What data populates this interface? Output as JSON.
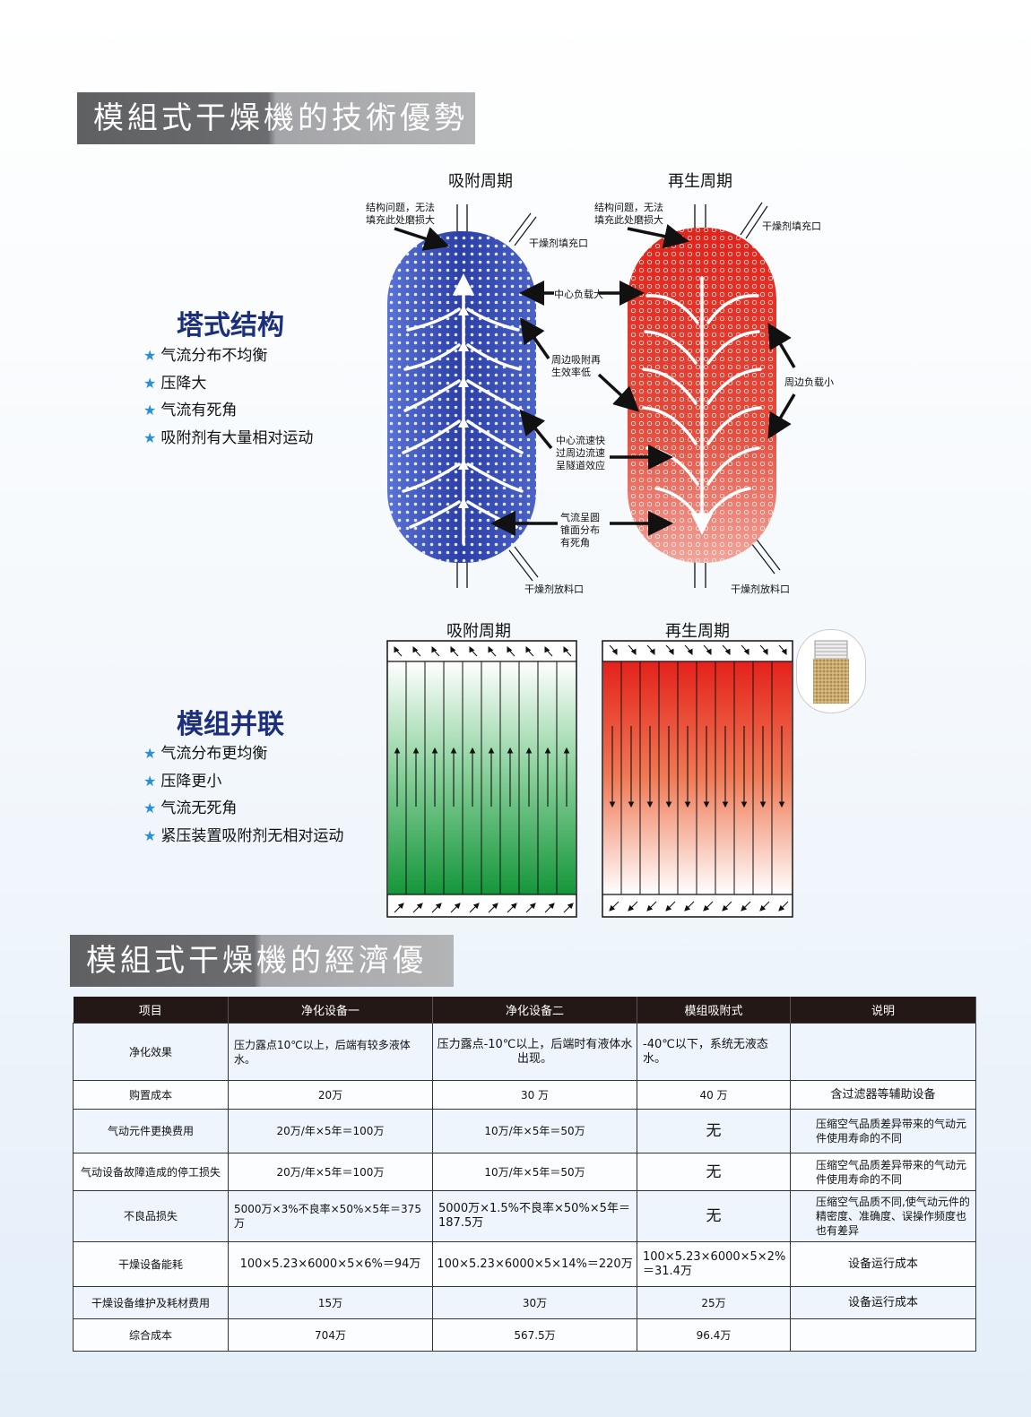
{
  "sections": {
    "tech_title": "模組式干燥機的技術優勢",
    "econ_title": "模組式干燥機的經濟優勢"
  },
  "tower": {
    "title": "塔式结构",
    "features": [
      "气流分布不均衡",
      "压降大",
      "气流有死角",
      "吸附剂有大量相对运动"
    ]
  },
  "module": {
    "title": "模组并联",
    "features": [
      "气流分布更均衡",
      "压降更小",
      "气流无死角",
      "紧压装置吸附剂无相对运动"
    ]
  },
  "diagram": {
    "adsorption": "吸附周期",
    "regeneration": "再生周期",
    "notes": {
      "structure_left": [
        "结构问题，无法",
        "填充此处磨损大"
      ],
      "structure_right": [
        "结构问题，无法",
        "填充此处磨损大"
      ],
      "fill_port_left": "干燥剂填充口",
      "fill_port_right": "干燥剂填充口",
      "center_load": "中心负载大",
      "peripheral_eff": [
        "周边吸附再",
        "生效率低"
      ],
      "peripheral_load": "周边负载小",
      "tunnel": [
        "中心流速快",
        "过周边流速",
        "呈隧道效应"
      ],
      "cone": [
        "气流呈圆",
        "锥面分布",
        "有死角"
      ],
      "discharge_left": "干燥剂放料口",
      "discharge_right": "干燥剂放料口"
    },
    "colors": {
      "blue": "#2b3fa6",
      "red": "#d8261c",
      "green": "#1f9a3c"
    }
  },
  "table": {
    "headers": [
      "项目",
      "净化设备一",
      "净化设备二",
      "模组吸附式",
      "说明"
    ],
    "rows": [
      [
        "净化效果",
        "压力露点10℃以上，后端有较多液体水。",
        "压力露点-10℃以上，后端时有液体水出现。",
        "-40℃以下，系统无液态水。",
        ""
      ],
      [
        "购置成本",
        "20万",
        "30 万",
        "40 万",
        "含过滤器等辅助设备"
      ],
      [
        "气动元件更换费用",
        "20万/年×5年＝100万",
        "10万/年×5年＝50万",
        "无",
        "压缩空气品质差异带来的气动元件使用寿命的不同"
      ],
      [
        "气动设备故障造成的停工损失",
        "20万/年×5年＝100万",
        "10万/年×5年＝50万",
        "无",
        "压缩空气品质差异带来的气动元件使用寿命的不同"
      ],
      [
        "不良品损失",
        "5000万×3%不良率×50%×5年＝375万",
        "5000万×1.5%不良率×50%×5年＝187.5万",
        "无",
        "压缩空气品质不同,使气动元件的精密度、准确度、误操作频度也也有差异"
      ],
      [
        "干燥设备能耗",
        "100×5.23×6000×5×6%＝94万",
        "100×5.23×6000×5×14%＝220万",
        "100×5.23×6000×5×2%＝31.4万",
        "设备运行成本"
      ],
      [
        "干燥设备维护及耗材费用",
        "15万",
        "30万",
        "25万",
        "设备运行成本"
      ],
      [
        "综合成本",
        "704万",
        "567.5万",
        "96.4万",
        ""
      ]
    ]
  }
}
